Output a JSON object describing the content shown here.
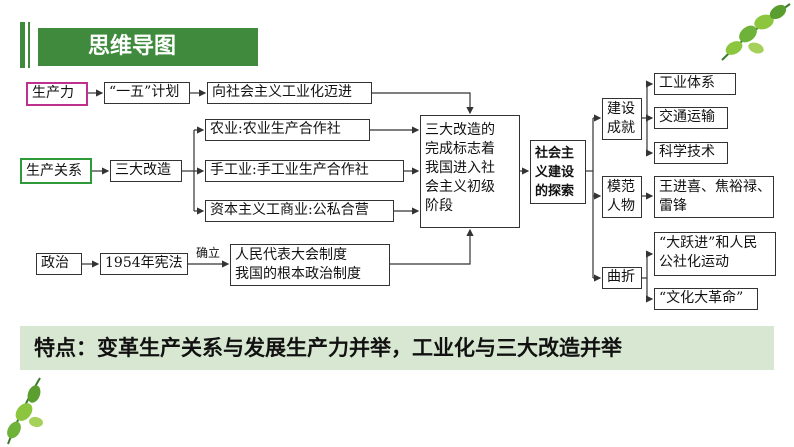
{
  "title": "思维导图",
  "nodes": {
    "productivity": "生产力",
    "five_year_plan": "“一五”计划",
    "industrialization": "向社会主义工业化迈进",
    "relations": "生产关系",
    "three_transformations": "三大改造",
    "agriculture": "农业:农业生产合作社",
    "handicraft": "手工业:手工业生产合作社",
    "capitalist": "资本主义工商业:公私合营",
    "completion": [
      "三大改造的",
      "完成标志着",
      "我国进入社",
      "会主义初级",
      "阶段"
    ],
    "exploration": [
      "社会主",
      "义建设",
      "的探索"
    ],
    "politics": "政治",
    "constitution": "1954年宪法",
    "establish": "确立",
    "congress": [
      "人民代表大会制度",
      "我国的根本政治制度"
    ],
    "achievements": [
      "建设",
      "成就"
    ],
    "industrial_system": "工业体系",
    "transport": "交通运输",
    "science": "科学技术",
    "models": [
      "模范",
      "人物"
    ],
    "model_names": [
      "王进喜、焦裕禄、",
      "雷锋"
    ],
    "setbacks": "曲折",
    "leap": [
      "“大跃进”和人民",
      "公社化运动"
    ],
    "cultural_revolution": "“文化大革命”"
  },
  "summary": "特点：变革生产关系与发展生产力并举，工业化与三大改造并举",
  "colors": {
    "accent_green": "#3f8a3c",
    "productivity_border": "#c0308e",
    "relations_border": "#2e9a3a",
    "banner_bg": "#d8e7d1"
  }
}
